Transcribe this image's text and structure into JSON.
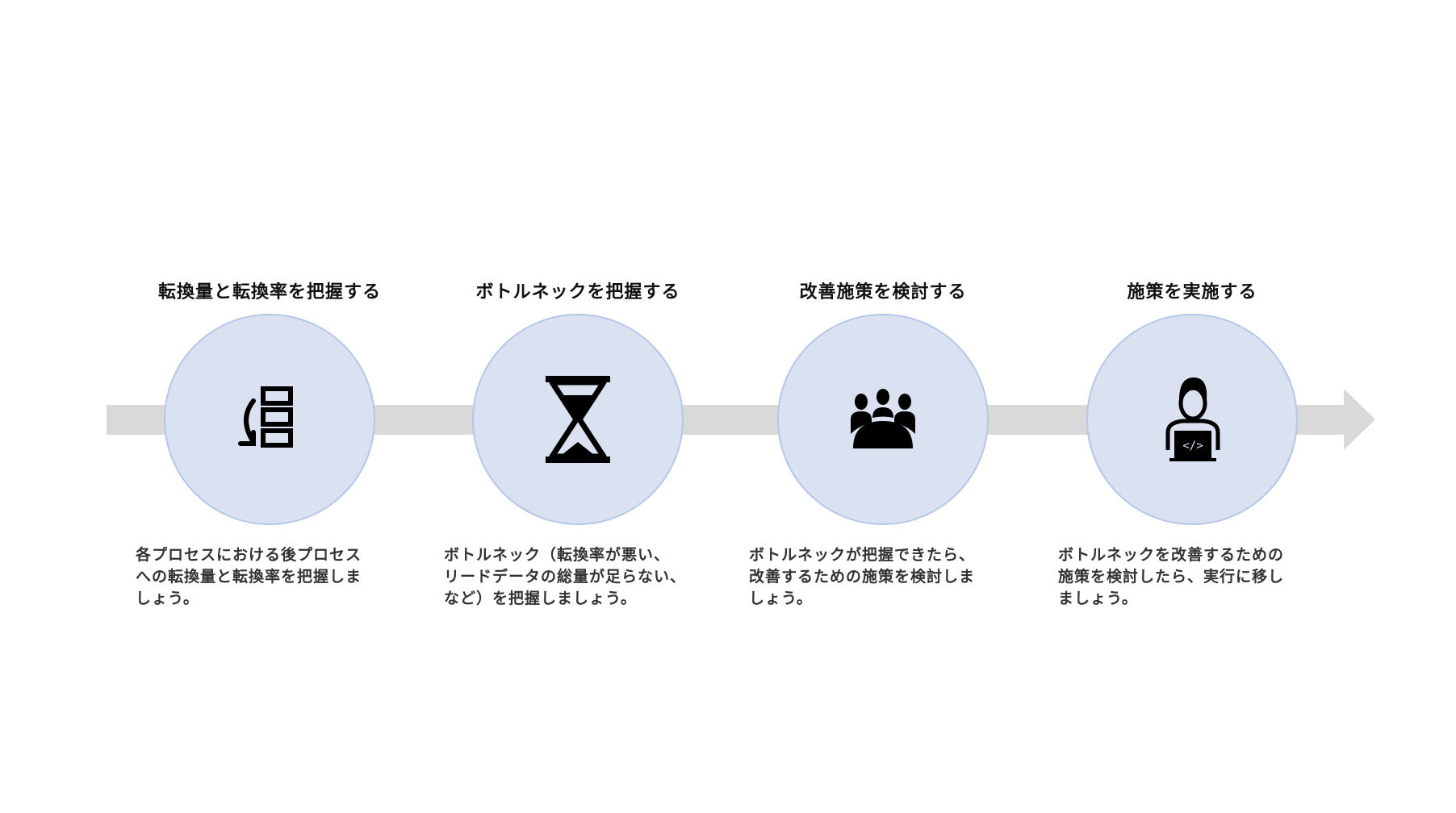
{
  "steps": [
    {
      "title": "転換量と転換率を把握する",
      "icon": "conversion-list-icon",
      "description": "各プロセスにおける後プロセス\nへの転換量と転換率を把握しま\nしょう。"
    },
    {
      "title": "ボトルネックを把握する",
      "icon": "hourglass-icon",
      "description": "ボトルネック（転換率が悪い、\nリードデータの総量が足らない、\nなど）を把握しましょう。"
    },
    {
      "title": "改善施策を検討する",
      "icon": "meeting-icon",
      "description": "ボトルネックが把握できたら、\n改善するための施策を検討しま\nしょう。"
    },
    {
      "title": "施策を実施する",
      "icon": "developer-icon",
      "description": "ボトルネックを改善するための\n施策を検討したら、実行に移し\nましょう。"
    }
  ],
  "colors": {
    "arrow": "#d9d9d9",
    "circle_fill": "#dae1f1",
    "circle_border": "#b4c7e7"
  }
}
